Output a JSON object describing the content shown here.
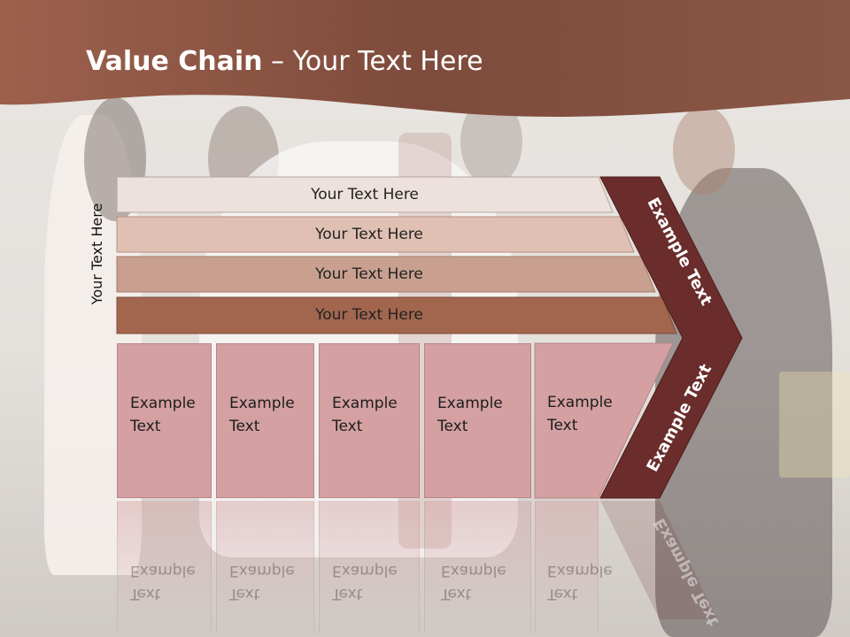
{
  "slide": {
    "title_bold": "Value Chain",
    "title_rest": " – Your Text Here",
    "side_label": "Your Text Here",
    "rows": [
      {
        "label": "Your Text Here",
        "color": "#ece1dc"
      },
      {
        "label": "Your Text Here",
        "color": "#dfc0b3"
      },
      {
        "label": "Your Text Here",
        "color": "#c9a090"
      },
      {
        "label": "Your Text Here",
        "color": "#a2664f"
      }
    ],
    "cells": [
      {
        "line1": "Example",
        "line2": "Text"
      },
      {
        "line1": "Example",
        "line2": "Text"
      },
      {
        "line1": "Example",
        "line2": "Text"
      },
      {
        "line1": "Example",
        "line2": "Text"
      },
      {
        "line1": "Example",
        "line2": "Text"
      }
    ],
    "chevron_top_label": "Example Text",
    "chevron_bottom_label": "Example Text",
    "colors": {
      "header": "#8c5444",
      "chevron": "#6a2d2c",
      "cell": "#d4a0a2"
    }
  }
}
